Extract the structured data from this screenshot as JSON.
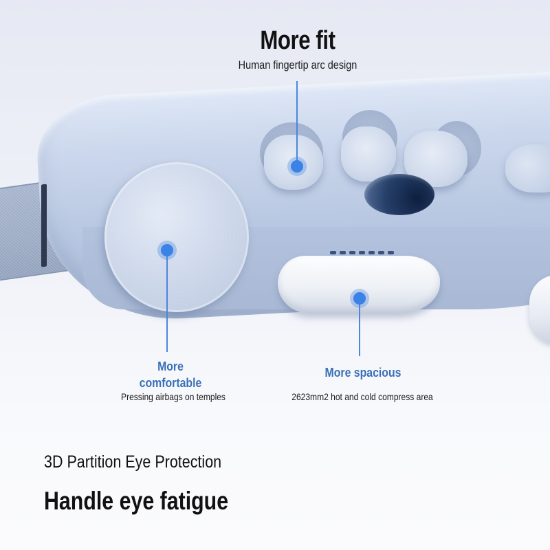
{
  "top_callout": {
    "title": "More fit",
    "subtitle": "Human fingertip arc design"
  },
  "left_callout": {
    "title_line1": "More",
    "title_line2": "comfortable",
    "description": "Pressing airbags on temples"
  },
  "right_callout": {
    "title": "More spacious",
    "description": "2623mm2 hot and cold compress area"
  },
  "footer": {
    "subheading": "3D Partition Eye Protection",
    "heading": "Handle eye fatigue"
  },
  "colors": {
    "accent_blue": "#3a82e6",
    "callout_title_blue": "#3a6fb8",
    "product_body": "#c3d0e7",
    "text_dark": "#111111"
  }
}
